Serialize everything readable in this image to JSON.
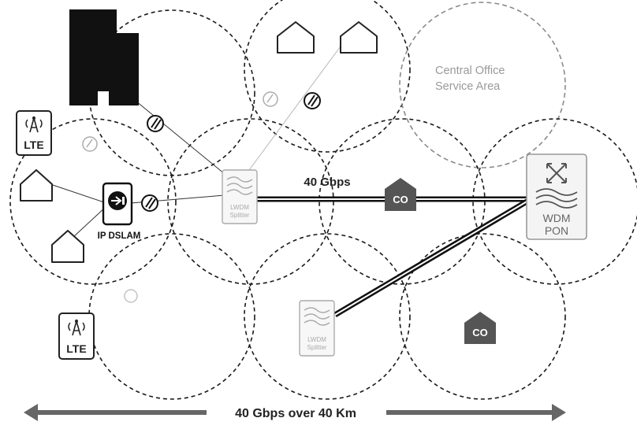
{
  "diagram": {
    "service_area_label_line1": "Central Office",
    "service_area_label_line2": "Service Area",
    "trunk_label": "40 Gbps",
    "co_label_top": "CO",
    "co_label_bottom": "CO",
    "wdm_pon_line1": "WDM",
    "wdm_pon_line2": "PON",
    "splitter_top_line1": "LWDM",
    "splitter_top_line2": "Splitter",
    "splitter_bottom_line1": "LWDM",
    "splitter_bottom_line2": "Splitter",
    "dslam_label": "IP DSLAM",
    "lte_top_label": "LTE",
    "lte_bottom_label": "LTE",
    "span_label": "40 Gbps over 40 Km"
  },
  "colors": {
    "co_fill": "#555555",
    "trunk": "#111111",
    "dashed_cell": "#1a1a1a",
    "service_area": "#8a8a8a"
  },
  "icons": [
    "office-building-icon",
    "house-icon",
    "lte-tower-icon",
    "dslam-icon",
    "splitter-icon",
    "wdm-pon-icon",
    "co-house-icon",
    "optical-terminal-icon",
    "double-arrow-icon"
  ]
}
